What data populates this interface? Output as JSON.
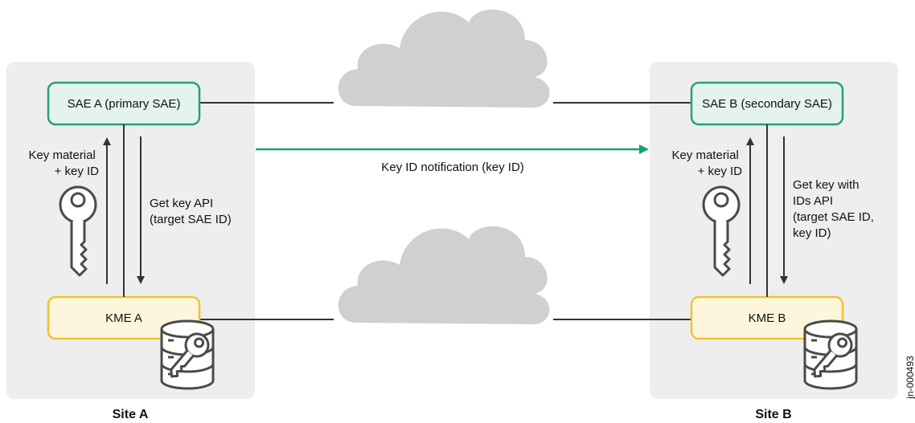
{
  "site_a": {
    "label": "Site A",
    "sae": "SAE A (primary SAE)",
    "kme": "KME A",
    "up_label": [
      "Key material",
      "+ key ID"
    ],
    "down_label": [
      "Get key API",
      "(target SAE ID)"
    ]
  },
  "site_b": {
    "label": "Site B",
    "sae": "SAE B (secondary SAE)",
    "kme": "KME B",
    "up_label": [
      "Key material",
      "+ key ID"
    ],
    "down_label": [
      "Get key with",
      "IDs API",
      "(target SAE ID,",
      "key ID)"
    ]
  },
  "notification": "Key ID notification (key ID)",
  "figure_id": "jn-000493",
  "colors": {
    "site_bg": "#eeeeee",
    "sae_border": "#2a9d7e",
    "sae_fill": "#e4f3ef",
    "kme_border": "#f2c230",
    "kme_fill": "#fdf6dc",
    "cloud": "#d0d0d0",
    "line": "#333333",
    "notification_arrow": "#14a07a",
    "icon_stroke": "#4a4a4a"
  }
}
